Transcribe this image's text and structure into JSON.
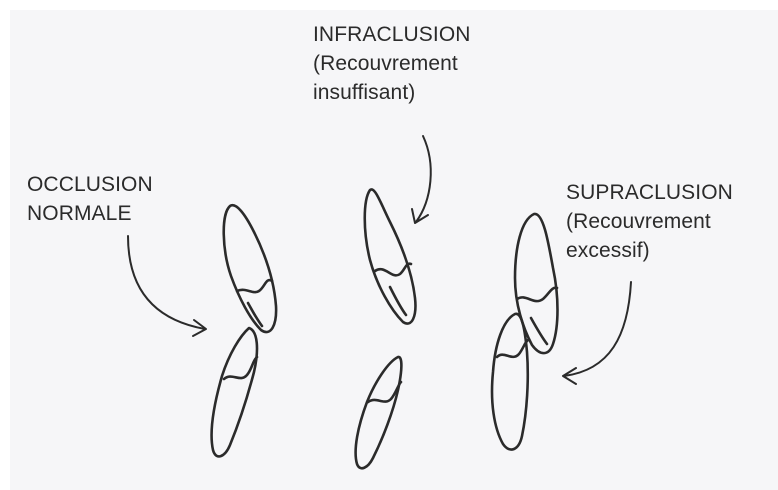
{
  "labels": {
    "normal": [
      "OCCLUSION",
      "NORMALE"
    ],
    "infra": [
      "INFRACLUSION",
      "(Recouvrement",
      "insuffisant)"
    ],
    "supra": [
      "SUPRACLUSION",
      "(Recouvrement",
      "excessif)"
    ]
  },
  "colors": {
    "ink": "#2b2b2b",
    "paper": "#f6f6f8"
  }
}
